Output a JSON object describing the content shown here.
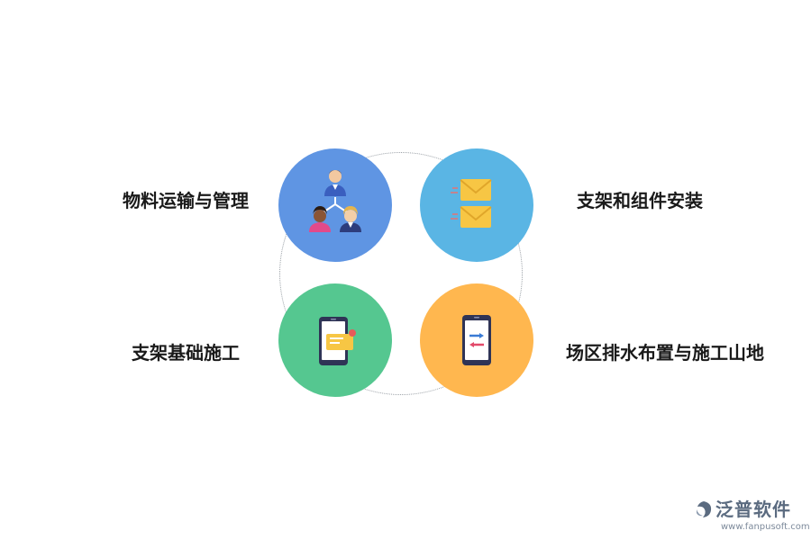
{
  "diagram": {
    "items": [
      {
        "label": "物料运输与管理",
        "color": "#5f95e3",
        "icon": "team-hierarchy-icon"
      },
      {
        "label": "支架和组件安装",
        "color": "#5ab5e4",
        "icon": "envelopes-icon"
      },
      {
        "label": "支架基础施工",
        "color": "#55c790",
        "icon": "phone-message-icon"
      },
      {
        "label": "场区排水布置与施工山地",
        "color": "#ffb74f",
        "icon": "phone-transfer-icon"
      }
    ]
  },
  "logo": {
    "name": "泛普软件",
    "url": "www.fanpusoft.com"
  }
}
